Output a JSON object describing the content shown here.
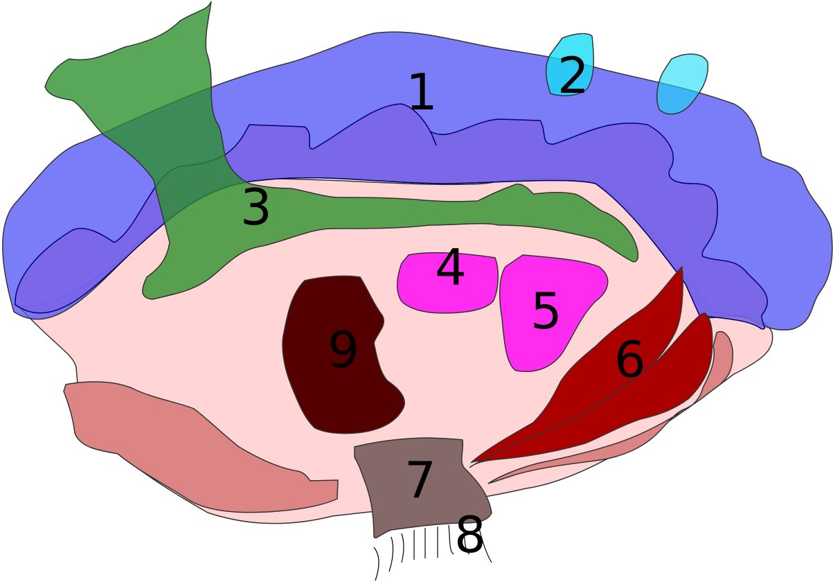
{
  "labels": {
    "l1": "1",
    "l2": "2",
    "l3": "3",
    "l4": "4",
    "l5": "5",
    "l6": "6",
    "l7": "7",
    "l8": "8",
    "l9": "9"
  },
  "colors": {
    "base": "#ffd5d6",
    "region1": "#5a5cf6",
    "region1_inner": "#7a64e6",
    "region2": "#19dcf5",
    "region3": "#2a8f2a",
    "region4": "#ff2cf0",
    "region5": "#ff2cf0",
    "region6": "#aa0000",
    "region6_band": "#dd8585",
    "region7": "#856868",
    "region9": "#550000"
  }
}
